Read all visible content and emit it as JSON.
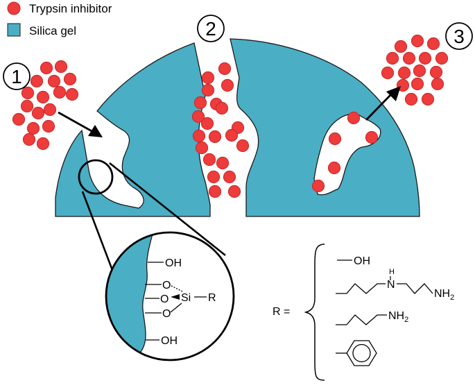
{
  "colors": {
    "silica": "#4aaec5",
    "protein": "#ee3b3b",
    "protein_stroke": "#c42828",
    "outline": "#1a1a1a",
    "background": "#ffffff"
  },
  "legend": {
    "items": [
      {
        "label": "Trypsin inhibitor",
        "icon": "red-circle"
      },
      {
        "label": "Silica gel",
        "icon": "teal-square"
      }
    ]
  },
  "steps": [
    "1",
    "2",
    "3"
  ],
  "surface": {
    "oh_top": "OH",
    "oh_bottom": "OH",
    "o1": "O",
    "o2": "O",
    "o3": "O",
    "si": "Si",
    "r": "R"
  },
  "r_groups": {
    "label": "R =",
    "hydroxyl": "OH",
    "amine_h": "H",
    "amine_n": "N",
    "nh2_a": "NH",
    "nh2_b": "NH",
    "sub2": "2"
  }
}
